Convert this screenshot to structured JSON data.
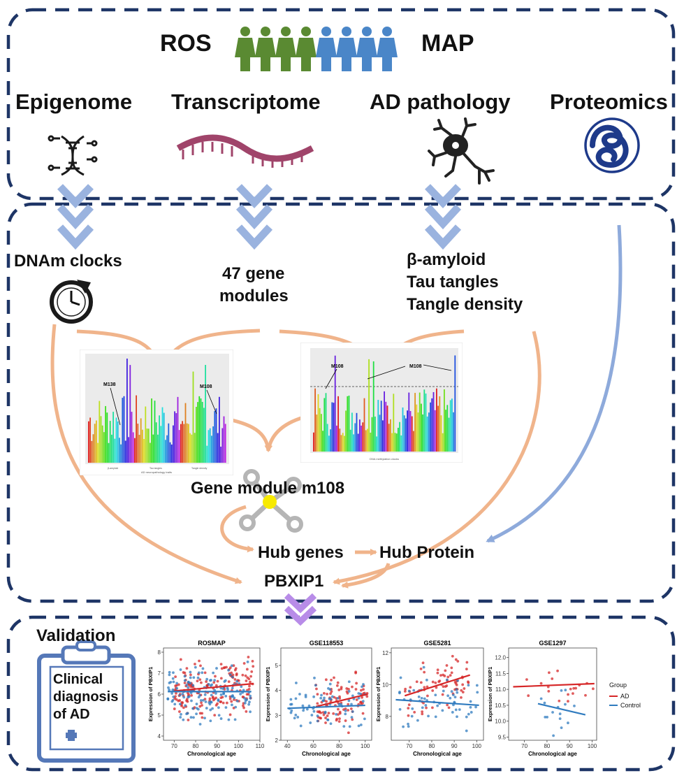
{
  "cohort": {
    "left": "ROS",
    "right": "MAP"
  },
  "omics": {
    "epigenome": "Epigenome",
    "transcriptome": "Transcriptome",
    "pathology": "AD pathology",
    "proteomics": "Proteomics"
  },
  "middle": {
    "clocks": "DNAm clocks",
    "modules": [
      "47 gene",
      "modules"
    ],
    "pathology_traits": [
      "β-amyloid",
      "Tau tangles",
      "Tangle density"
    ],
    "module_title": "Gene module m108",
    "hub_genes": "Hub genes",
    "hub_protein": "Hub Protein",
    "gene": "PBXIP1",
    "left_chart": {
      "annot1": "M138",
      "annot2": "M108",
      "xlabel": "AD neuropathology traits",
      "cats": [
        "β-amyloid",
        "Tau tangles",
        "Tangle density"
      ]
    },
    "right_chart": {
      "annot1": "M108",
      "annot2": "M108",
      "xlabel": "DNA methylation clocks"
    }
  },
  "validation": {
    "title": "Validation",
    "clipboard": [
      "Clinical",
      "diagnosis",
      "of AD"
    ],
    "legend": {
      "title": "Group",
      "ad": "AD",
      "control": "Control"
    },
    "colors": {
      "ad": "#d62728",
      "control": "#2f7bbf"
    }
  },
  "chart_data": [
    {
      "type": "scatter",
      "title": "ROSMAP",
      "xlabel": "Chronological age",
      "ylabel": "Expression of PBXIP1",
      "xticks": [
        "70",
        "80",
        "90",
        "100",
        "110"
      ],
      "yticks": [
        "4",
        "5",
        "6",
        "7",
        "8"
      ],
      "xlim": [
        65,
        110
      ],
      "ylim": [
        3.8,
        8.2
      ],
      "series": [
        {
          "name": "AD",
          "line": [
            [
              70,
              6.15
            ],
            [
              107,
              6.5
            ]
          ]
        },
        {
          "name": "Control",
          "line": [
            [
              67,
              6.12
            ],
            [
              106,
              6.12
            ]
          ]
        }
      ]
    },
    {
      "type": "scatter",
      "title": "GSE118553",
      "xlabel": "Chronological age",
      "ylabel": "Expression of PBXIP1",
      "xticks": [
        "40",
        "60",
        "80",
        "100"
      ],
      "yticks": [
        "2",
        "3",
        "4",
        "5"
      ],
      "xlim": [
        35,
        105
      ],
      "ylim": [
        2,
        5.7
      ],
      "series": [
        {
          "name": "AD",
          "line": [
            [
              62,
              3.35
            ],
            [
              102,
              3.85
            ]
          ]
        },
        {
          "name": "Control",
          "line": [
            [
              40,
              3.28
            ],
            [
              100,
              3.4
            ]
          ]
        }
      ]
    },
    {
      "type": "scatter",
      "title": "GSE5281",
      "xlabel": "Chronological age",
      "ylabel": "Expression of PBXIP1",
      "xticks": [
        "70",
        "80",
        "90",
        "100"
      ],
      "yticks": [
        "8",
        "10",
        "12"
      ],
      "xlim": [
        62,
        103
      ],
      "ylim": [
        6.5,
        12.3
      ],
      "series": [
        {
          "name": "AD",
          "line": [
            [
              68,
              9.3
            ],
            [
              97,
              10.6
            ]
          ]
        },
        {
          "name": "Control",
          "line": [
            [
              64,
              9.05
            ],
            [
              101,
              8.7
            ]
          ]
        }
      ]
    },
    {
      "type": "scatter",
      "title": "GSE1297",
      "xlabel": "Chronological age",
      "ylabel": "Expression of PBXIP1",
      "xticks": [
        "70",
        "80",
        "90",
        "100"
      ],
      "yticks": [
        "9.5",
        "10.0",
        "10.5",
        "11.0",
        "11.5",
        "12.0"
      ],
      "xlim": [
        63,
        102
      ],
      "ylim": [
        9.4,
        12.3
      ],
      "series": [
        {
          "name": "AD",
          "line": [
            [
              65,
              11.08
            ],
            [
              101,
              11.18
            ]
          ]
        },
        {
          "name": "Control",
          "line": [
            [
              76,
              10.55
            ],
            [
              97,
              10.2
            ]
          ]
        }
      ]
    }
  ]
}
